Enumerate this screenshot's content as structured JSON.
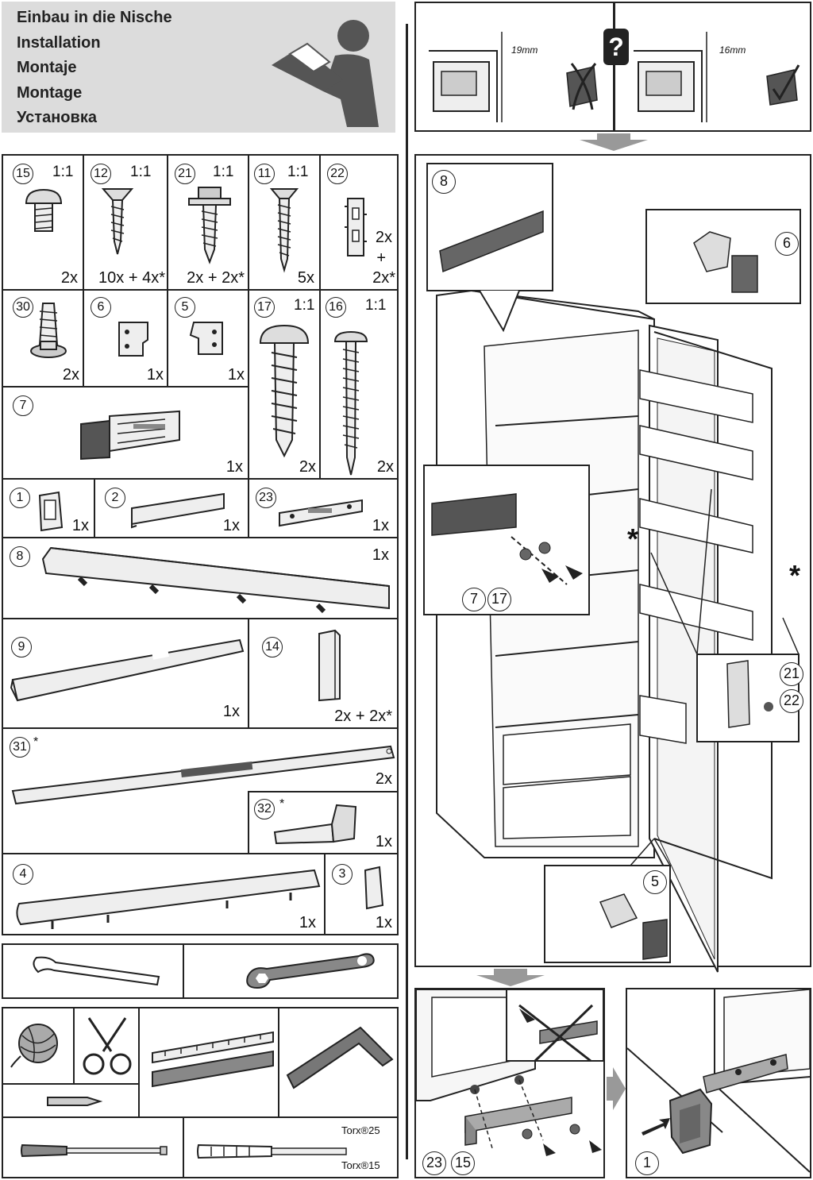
{
  "header": {
    "lines": [
      "Einbau in die Nische",
      "Installation",
      "Montaje",
      "Montage",
      "Установка"
    ]
  },
  "parts": {
    "p15": {
      "num": "15",
      "scale": "1:1",
      "qty": "2x"
    },
    "p12": {
      "num": "12",
      "scale": "1:1",
      "qty": "10x + 4x*"
    },
    "p21": {
      "num": "21",
      "scale": "1:1",
      "qty": "2x + 2x*"
    },
    "p11": {
      "num": "11",
      "scale": "1:1",
      "qty": "5x"
    },
    "p22": {
      "num": "22",
      "qty_top": "2x",
      "plus": "+",
      "qty_bottom": "2x*"
    },
    "p30": {
      "num": "30",
      "qty": "2x"
    },
    "p6": {
      "num": "6",
      "qty": "1x"
    },
    "p5": {
      "num": "5",
      "qty": "1x"
    },
    "p17": {
      "num": "17",
      "scale": "1:1",
      "qty": "2x"
    },
    "p16": {
      "num": "16",
      "scale": "1:1",
      "qty": "2x"
    },
    "p7": {
      "num": "7",
      "qty": "1x"
    },
    "p1": {
      "num": "1",
      "qty": "1x"
    },
    "p2": {
      "num": "2",
      "qty": "1x"
    },
    "p23": {
      "num": "23",
      "qty": "1x"
    },
    "p8": {
      "num": "8",
      "qty": "1x"
    },
    "p9": {
      "num": "9",
      "qty": "1x"
    },
    "p14": {
      "num": "14",
      "qty": "2x + 2x*"
    },
    "p31": {
      "num": "31",
      "star": "*",
      "qty": "2x"
    },
    "p32": {
      "num": "32",
      "star": "*",
      "qty": "1x"
    },
    "p4": {
      "num": "4",
      "qty": "1x"
    },
    "p3": {
      "num": "3",
      "qty": "1x"
    }
  },
  "tools": {
    "torx_large": "Torx®25",
    "torx_small": "Torx®15"
  },
  "right_panel": {
    "gap_wrong": "19mm",
    "gap_right": "16mm",
    "question": "?",
    "main_labels": [
      "8",
      "6",
      "7",
      "17",
      "21",
      "22",
      "5"
    ],
    "star": "*",
    "bottom_left_labels": [
      "23",
      "15"
    ],
    "bottom_right_label": "1"
  },
  "icons": [
    "reader-icon",
    "wrench-icon",
    "hex-wrench-icon",
    "string-icon",
    "scissors-icon",
    "pencil-icon",
    "folding-ruler-icon",
    "square-icon",
    "screwdriver-flat-icon",
    "screwdriver-torx-icon",
    "check-icon",
    "cross-icon",
    "arrow-down-icon"
  ]
}
